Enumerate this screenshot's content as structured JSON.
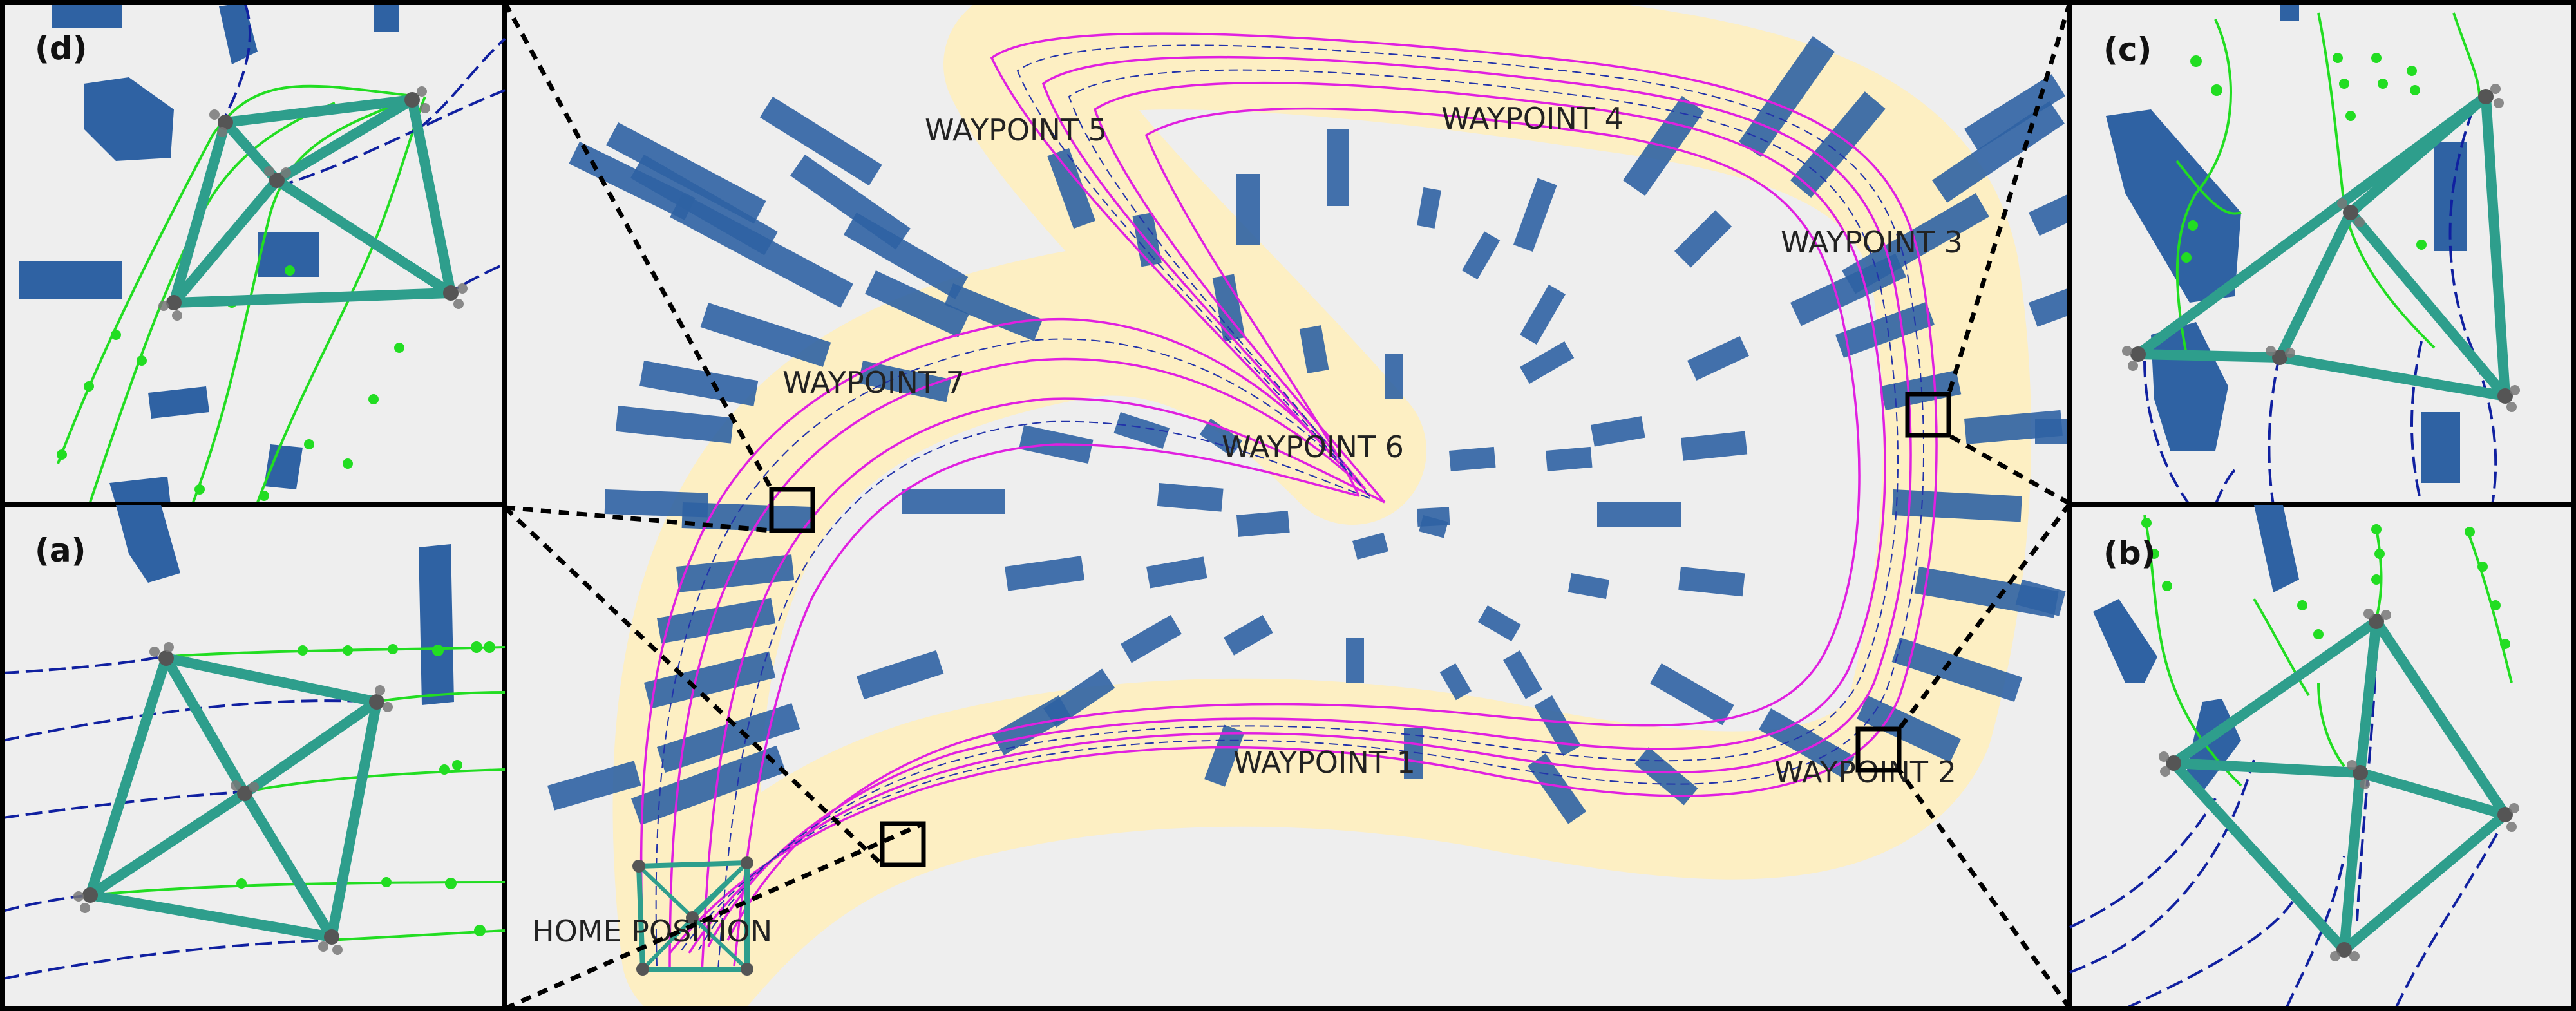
{
  "main_panel": {
    "waypoints": [
      {
        "id": "home",
        "label": "HOME  POSITION"
      },
      {
        "id": "wp1",
        "label": "WAYPOINT  1"
      },
      {
        "id": "wp2",
        "label": "WAYPOINT  2"
      },
      {
        "id": "wp3",
        "label": "WAYPOINT  3"
      },
      {
        "id": "wp4",
        "label": "WAYPOINT  4"
      },
      {
        "id": "wp5",
        "label": "WAYPOINT  5"
      },
      {
        "id": "wp6",
        "label": "WAYPOINT  6"
      },
      {
        "id": "wp7",
        "label": "WAYPOINT  7"
      }
    ]
  },
  "insets": {
    "a": {
      "tag": "(a)"
    },
    "b": {
      "tag": "(b)"
    },
    "c": {
      "tag": "(c)"
    },
    "d": {
      "tag": "(d)"
    }
  },
  "colors": {
    "background": "#eeeeee",
    "buildings": "#2f62a3",
    "trajectory": "#e020e0",
    "reference_path": "#2233aa",
    "safety_corridor": "#ffeebb",
    "formation": "#2e9e8c",
    "green_trail": "#22dd22",
    "blue_trail": "#1020a0"
  }
}
